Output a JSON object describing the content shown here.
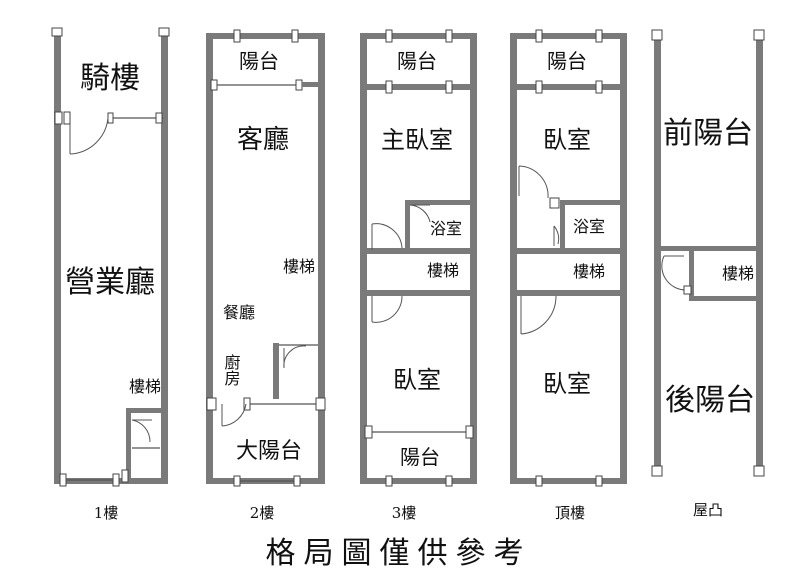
{
  "floors": [
    {
      "caption": "1樓",
      "rooms": {
        "arcade": "騎樓",
        "hall": "營業廳",
        "stairs": "樓梯"
      }
    },
    {
      "caption": "2樓",
      "rooms": {
        "balcony": "陽台",
        "living": "客廳",
        "stairs": "樓梯",
        "dining": "餐廳",
        "kitchen": "廚房",
        "big_balcony": "大陽台"
      }
    },
    {
      "caption": "3樓",
      "rooms": {
        "balcony_front": "陽台",
        "master": "主臥室",
        "bath": "浴室",
        "stairs": "樓梯",
        "bedroom": "臥室",
        "balcony_back": "陽台"
      }
    },
    {
      "caption": "頂樓",
      "rooms": {
        "balcony": "陽台",
        "bedroom_front": "臥室",
        "bath": "浴室",
        "stairs": "樓梯",
        "bedroom_back": "臥室"
      }
    },
    {
      "caption": "屋凸",
      "rooms": {
        "front_balcony": "前陽台",
        "stairs": "樓梯",
        "back_balcony": "後陽台"
      }
    }
  ],
  "footer_note": "格局圖僅供參考"
}
